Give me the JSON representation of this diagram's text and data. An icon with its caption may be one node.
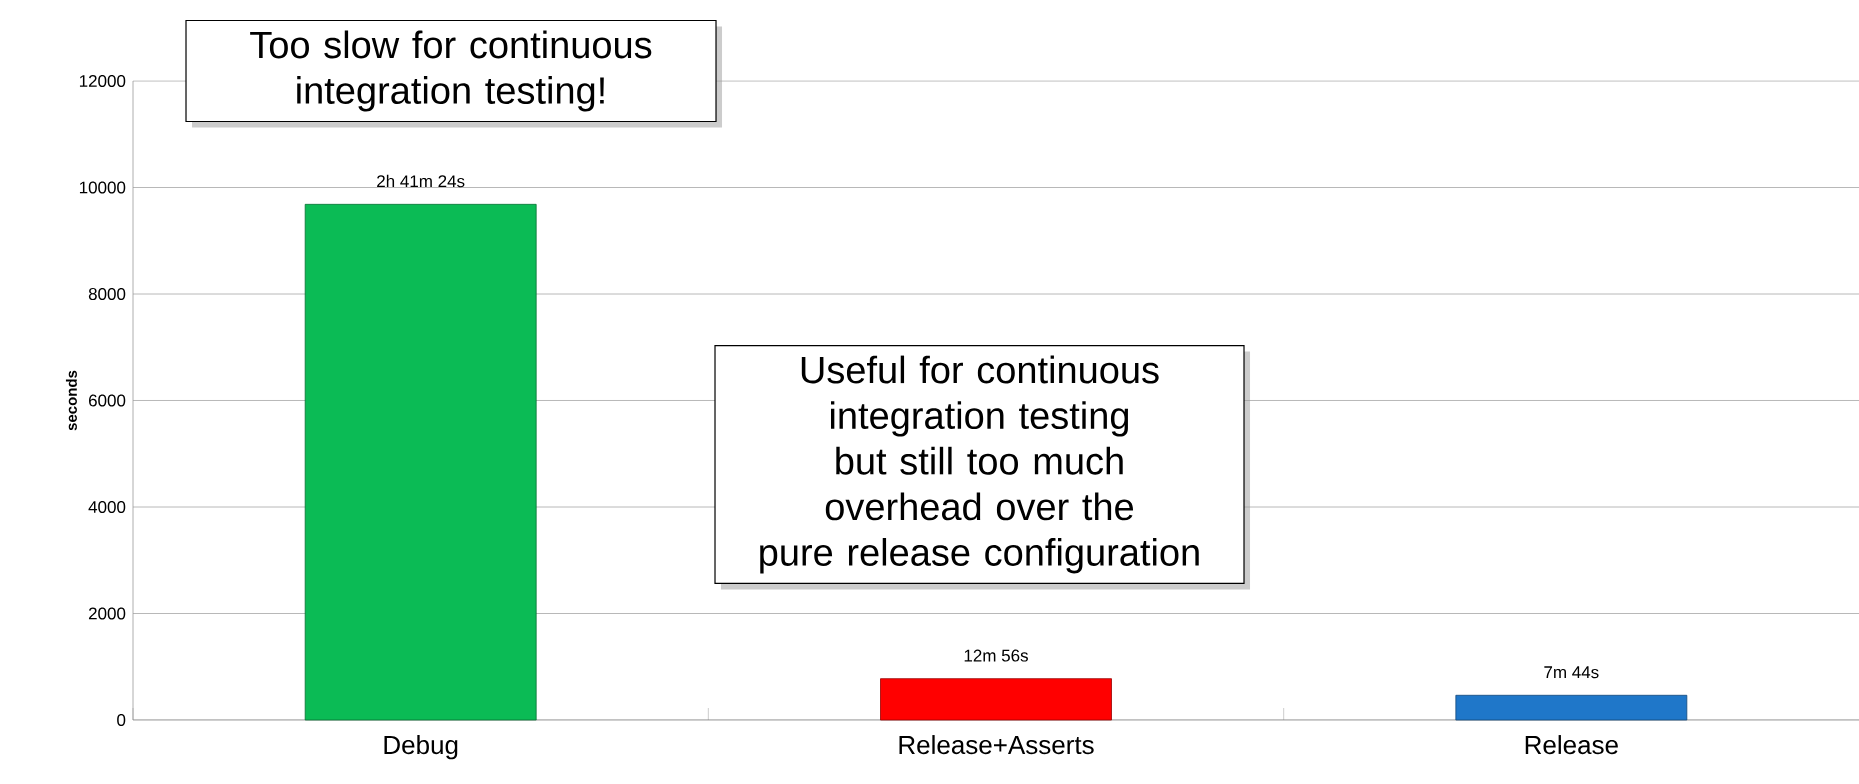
{
  "diagram": {
    "nodes": [
      {
        "text": [
          "Too slow for continuous integration testing!"
        ]
      },
      {
        "text": [
          "Useful for continuous integration testing but still too much overhead over the pure release configuration"
        ]
      }
    ],
    "chart_data": {
      "type": "bar",
      "ylabel": "seconds",
      "grid": "y",
      "categories": [
        "Debug",
        "Release+Asserts",
        "Release"
      ],
      "series": [
        {
          "color": "#0bbb55",
          "values": [
            9684,
            null,
            null
          ]
        },
        {
          "color": "#ff0000",
          "values": [
            null,
            776,
            null
          ]
        },
        {
          "color": "#1f77c9",
          "values": [
            null,
            null,
            464
          ]
        }
      ],
      "ylim": [
        0,
        12000
      ],
      "yticks": [
        0,
        2000,
        4000,
        6000,
        8000,
        10000,
        12000
      ],
      "value_labels": [
        "2h 41m 24s",
        "12m 56s",
        "7m 44s"
      ]
    }
  }
}
